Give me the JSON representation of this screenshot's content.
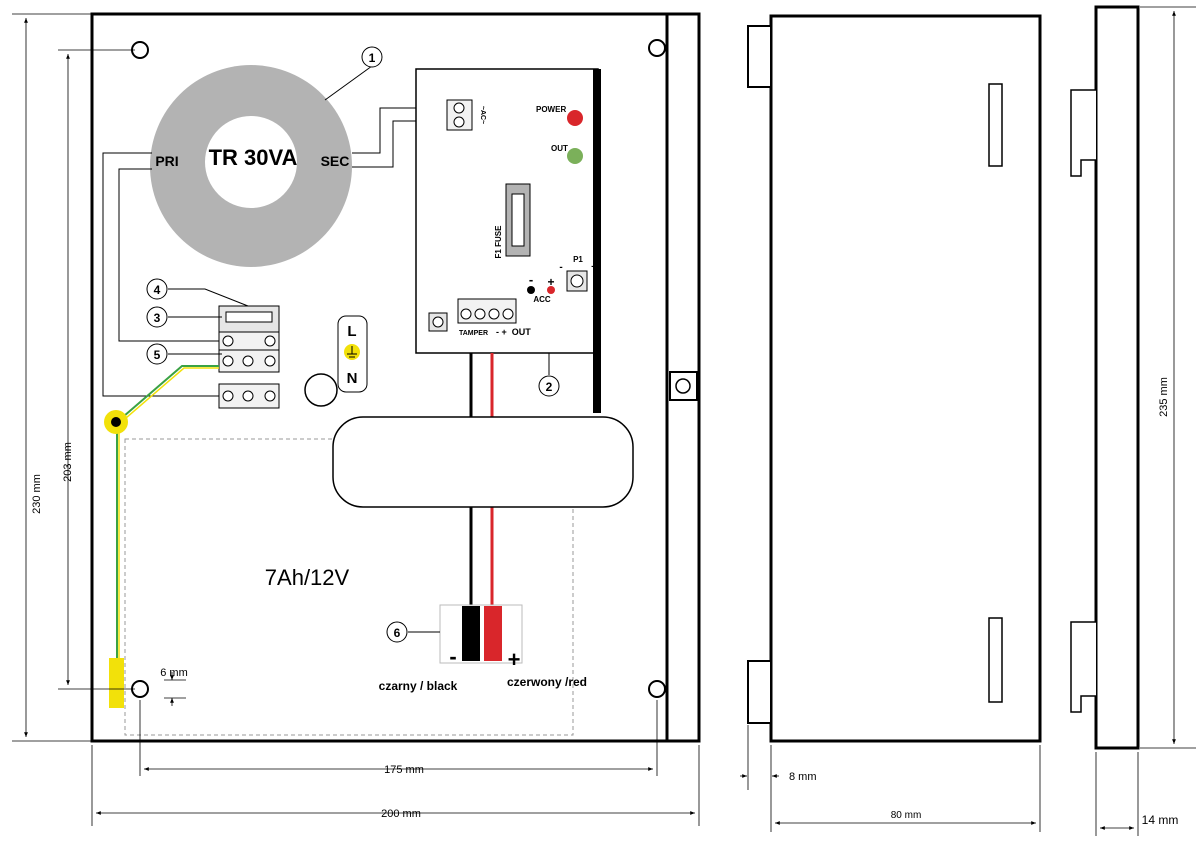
{
  "transformer": {
    "model": "TR 30VA",
    "primary": "PRI",
    "secondary": "SEC"
  },
  "psu_board": {
    "ac_label": "~AC~",
    "power_led": "POWER",
    "out_led": "OUT",
    "fuse": "F1 FUSE",
    "pot": "P1",
    "pot_minus": "-",
    "pot_plus": "+",
    "acc": "ACC",
    "acc_minus": "-",
    "acc_plus": "+",
    "tamper": "TAMPER",
    "out_terminal": "- +  OUT"
  },
  "mains": {
    "l": "L",
    "n": "N"
  },
  "callouts": [
    "1",
    "2",
    "3",
    "4",
    "5",
    "6"
  ],
  "battery": {
    "label": "7Ah/12V",
    "minus": "-",
    "plus": "+",
    "black": "czarny / black",
    "red": "czerwony /red"
  },
  "dimensions": {
    "height_total": "230 mm",
    "height_mount": "203 mm",
    "hole_offset": "6 mm",
    "width_mount": "175 mm",
    "width_total": "200 mm",
    "door_thickness": "8 mm",
    "depth": "80 mm",
    "right_height": "235 mm",
    "right_width": "14 mm"
  },
  "colors": {
    "transformer": "#b3b3b3",
    "led_red": "#d9262b",
    "led_green": "#7bb05a",
    "earth_yellow": "#f2e10a",
    "earth_green": "#3aa244",
    "wire_red": "#d9262b",
    "wire_black": "#000000"
  }
}
